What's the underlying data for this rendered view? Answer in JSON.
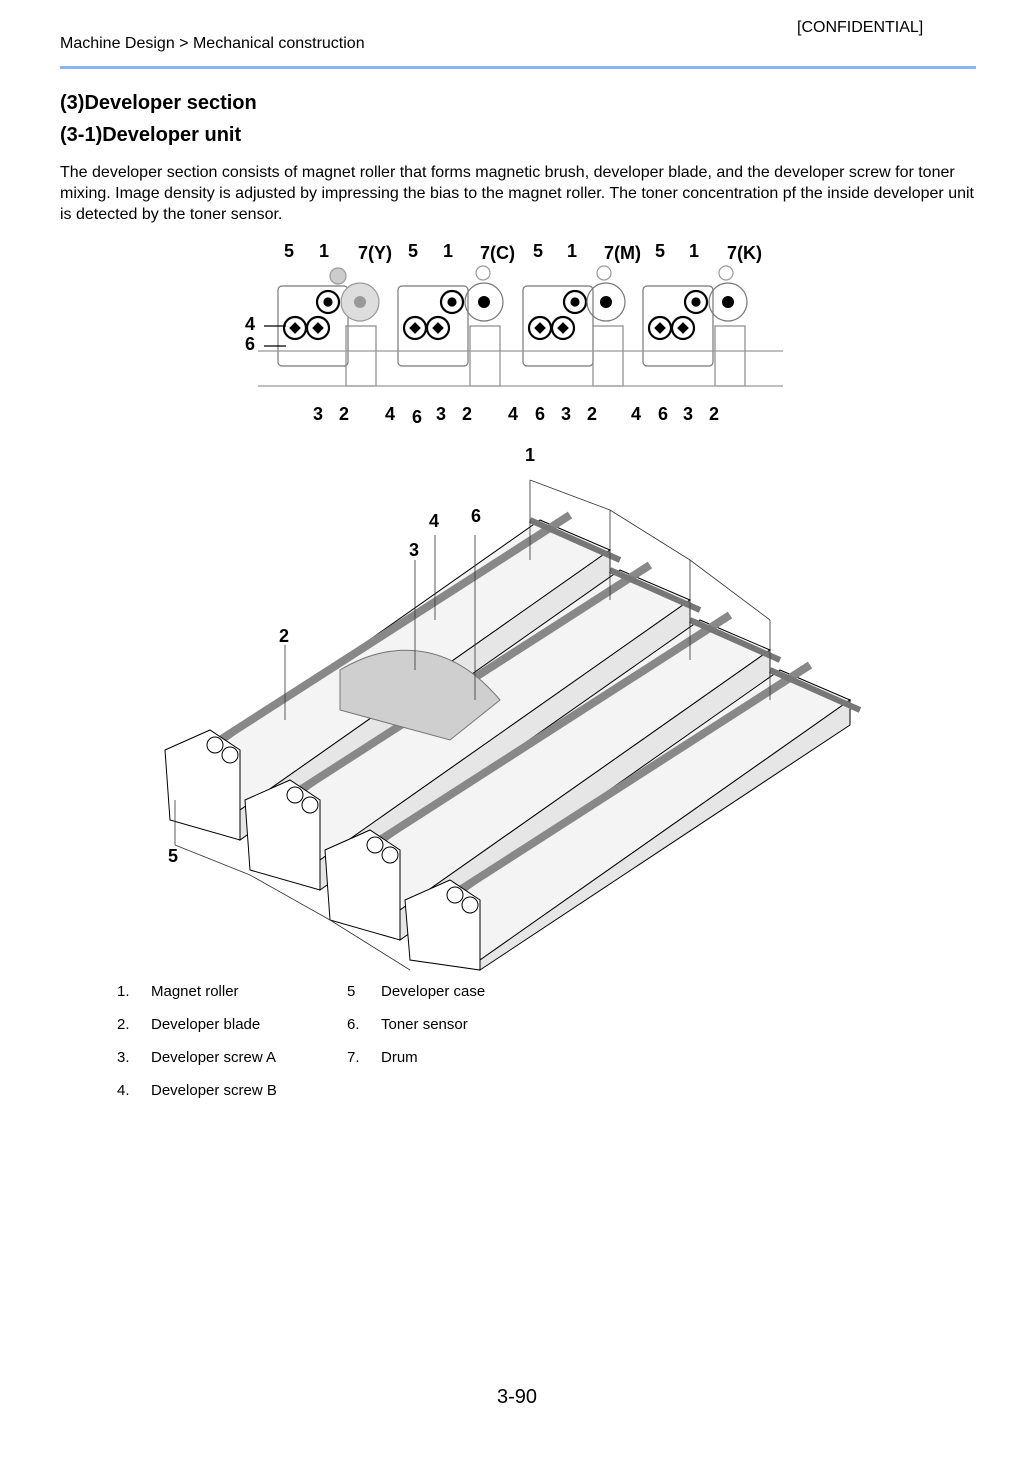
{
  "header": {
    "confidential": "[CONFIDENTIAL]",
    "breadcrumb": "Machine Design > Mechanical construction"
  },
  "section": {
    "title": "(3)Developer section",
    "subtitle": "(3-1)Developer unit",
    "body": "The developer section consists of magnet roller that forms magnetic brush, developer blade, and the developer screw for toner mixing. Image density is adjusted by impressing the bias to the magnet roller. The toner concentration pf the inside developer unit is detected by the toner sensor."
  },
  "figure_top": {
    "top_labels": [
      "5",
      "1",
      "7(Y)",
      "5",
      "1",
      "7(C)",
      "5",
      "1",
      "7(M)",
      "5",
      "1",
      "7(K)"
    ],
    "left_labels": [
      "4",
      "6"
    ],
    "bottom_labels": [
      "3",
      "2",
      "4",
      "6",
      "3",
      "2",
      "4",
      "6",
      "3",
      "2",
      "4",
      "6",
      "3",
      "2"
    ]
  },
  "figure_iso": {
    "labels": [
      "1",
      "4",
      "6",
      "3",
      "2",
      "5"
    ]
  },
  "legend": {
    "left": [
      {
        "num": "1.",
        "text": "Magnet roller"
      },
      {
        "num": "2.",
        "text": "Developer blade"
      },
      {
        "num": "3.",
        "text": "Developer screw A"
      },
      {
        "num": "4.",
        "text": "Developer screw B"
      }
    ],
    "right": [
      {
        "num": "5",
        "text": "Developer case"
      },
      {
        "num": "6.",
        "text": "Toner sensor"
      },
      {
        "num": "7.",
        "text": "Drum"
      }
    ]
  },
  "footer": {
    "page_number": "3-90"
  }
}
